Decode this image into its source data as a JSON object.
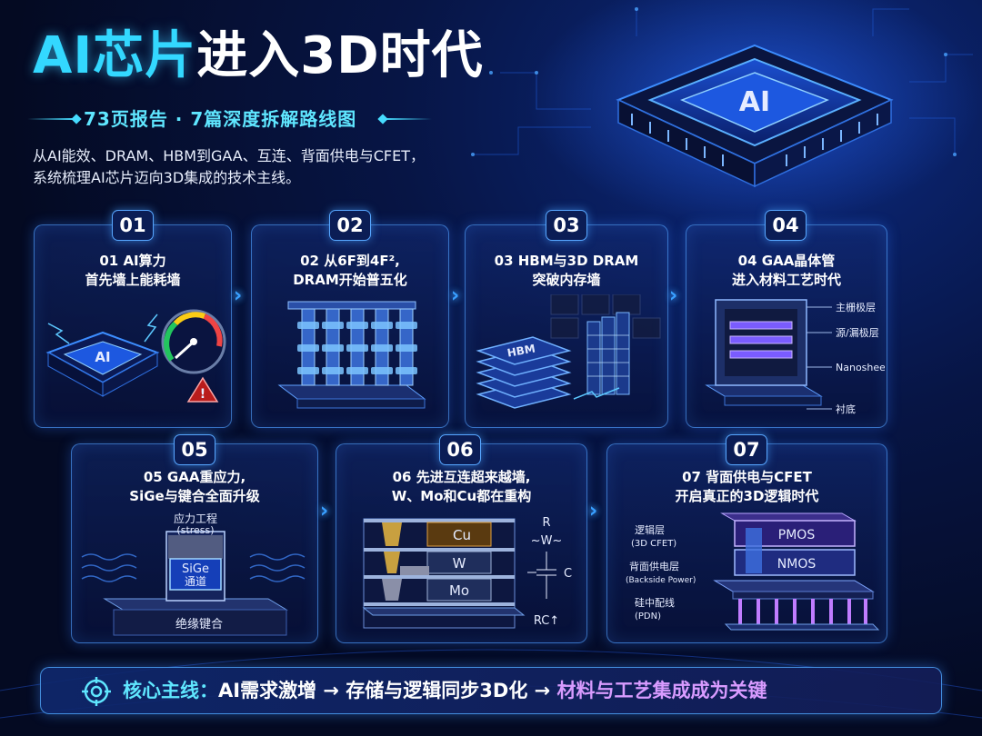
{
  "title": {
    "part1": "AI芯片",
    "part2": "进入3D时代"
  },
  "subtitle": "73页报告 · 7篇深度拆解路线图",
  "description": [
    "从AI能效、DRAM、HBM到GAA、互连、背面供电与CFET，",
    "系统梳理AI芯片迈向3D集成的技术主线。"
  ],
  "hero_chip": {
    "label": "AI"
  },
  "panels": [
    {
      "num": "01",
      "title": [
        "01 AI算力",
        "首先墙上能耗墙"
      ],
      "chip_label": "AI"
    },
    {
      "num": "02",
      "title": [
        "02 从6F到4F²,",
        "DRAM开始普五化"
      ]
    },
    {
      "num": "03",
      "title": [
        "03 HBM与3D DRAM",
        "突破内存墙"
      ],
      "stack_label": "HBM"
    },
    {
      "num": "04",
      "title": [
        "04 GAA晶体管",
        "进入材料工艺时代"
      ],
      "labels": [
        "主栅极层",
        "源/漏极层",
        "Nanosheet",
        "衬底"
      ]
    },
    {
      "num": "05",
      "title": [
        "05 GAA重应力,",
        "SiGe与键合全面升级"
      ],
      "labels": {
        "stress1": "应力工程",
        "stress2": "(stress)",
        "channel1": "SiGe",
        "channel2": "通道",
        "base": "绝缘键合"
      }
    },
    {
      "num": "06",
      "title": [
        "06 先进互连超来越墙,",
        "W、Mo和Cu都在重构"
      ],
      "metals": [
        "Cu",
        "W",
        "Mo"
      ],
      "rc": {
        "r": "R",
        "w": "~W~",
        "c": "C",
        "rc": "RC↑"
      }
    },
    {
      "num": "07",
      "title": [
        "07 背面供电与CFET",
        "开启真正的3D逻辑时代"
      ],
      "labels": {
        "logic1": "逻辑层",
        "logic2": "(3D CFET)",
        "power1": "背面供电层",
        "power2": "(Backside Power)",
        "pdn1": "硅中配线",
        "pdn2": "(PDN)",
        "pmos": "PMOS",
        "nmos": "NMOS"
      }
    }
  ],
  "bottom": {
    "prefix": "核心主线：",
    "part1": "AI需求激增 → 存储与逻辑同步3D化 → ",
    "part2": "材料与工艺集成成为关键"
  },
  "colors": {
    "accent_cyan": "#33d8ff",
    "accent_purple": "#d89bff",
    "panel_border": "#57a6ff",
    "background": "#040a22"
  }
}
